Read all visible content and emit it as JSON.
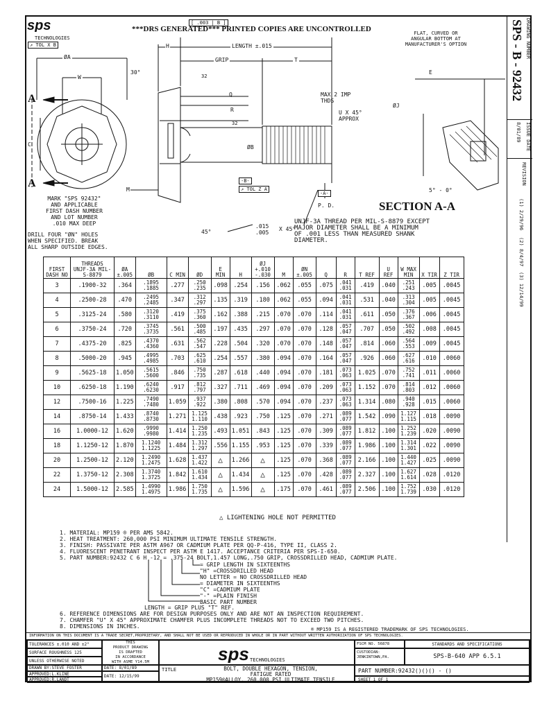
{
  "header": {
    "banner": "***DRS GENERATED*** PRINTED COPIES ARE UNCONTROLLED",
    "banner_box": "[ .003 | B ]",
    "company": "TECHNOLOGIES",
    "tol_box": "↗ TOL X B",
    "flat_note": [
      "FLAT, CURVED OR",
      "ANGULAR BOTTOM AT",
      "MANUFACTURER'S OPTION"
    ]
  },
  "side": {
    "drawing_number_label": "DRAWING NUMBER",
    "drawing_number": "SPS - B - 92432",
    "issue_date_label": "ISSUE DATE",
    "issue_date": "8/01/89",
    "revision_label": "REVISION",
    "revisions": [
      {
        "num": "1",
        "date": "2/29/96"
      },
      {
        "num": "2",
        "date": "8/4/97"
      },
      {
        "num": "3",
        "date": "12/14/99"
      }
    ]
  },
  "drawing": {
    "dims": {
      "phiA": "ØA",
      "W": "W",
      "H": "H",
      "length": "LENGTH ±.015",
      "grip": "GRIP",
      "T": "T",
      "angle30": "30°",
      "n32a": "32",
      "n32b": "32",
      "Q": "Q",
      "R": "R",
      "phiB": "ØB",
      "C": "C",
      "M": "M",
      "angle45": "45°",
      "chamfer_a": ".015",
      "chamfer_b": ".005",
      "chamfer_c": "X 45°",
      "E": "E",
      "phiJ": "ØJ",
      "angle5": "5° - 0°",
      "U": "U X 45°",
      "U2": "APPROX",
      "imp": "MAX 2 IMP",
      "thds": "THDS",
      "datumB": "-B-",
      "tolZA": "↗ TOL Z A",
      "datumA": "-A-",
      "pd": "P. D.",
      "sectionA1": "A",
      "sectionA2": "A"
    },
    "mark_note": [
      "MARK \"SPS 92432\"",
      "AND APPLICABLE",
      "FIRST DASH NUMBER",
      "AND LOT NUMBER",
      ".010 MAX DEEP"
    ],
    "drill_note": [
      "DRILL FOUR \"ØN\" HOLES",
      "WHEN SPECIFIED. BREAK",
      "ALL SHARP OUTSIDE EDGES."
    ],
    "section_title": "SECTION A-A",
    "thread_note": [
      "UNJF-3A THREAD PER MIL-S-8879 EXCEPT",
      "MAJOR DIAMETER SHALL BE A MINIMUM",
      "OF .001 LESS THAN MEASURED SHANK",
      "DIAMETER."
    ]
  },
  "table": {
    "headers": [
      "FIRST DASH NO",
      "THREADS UNJF-3A MIL-S-8879",
      "ØA ±.005",
      "ØB",
      "C MIN",
      "ØD",
      "E MIN",
      "H",
      "ØJ +.010 -.030",
      "M",
      "ØN ±.005",
      "Q",
      "R",
      "T REF",
      "U REF",
      "W MAX MIN",
      "X TIR",
      "Z TIR"
    ],
    "rows": [
      [
        "3",
        ".1900-32",
        ".364",
        ".1895",
        ".1885",
        ".277",
        ".250",
        ".235",
        ".098",
        ".254",
        ".156",
        ".062",
        ".055",
        ".075",
        ".041",
        ".031",
        ".419",
        ".040",
        ".251",
        ".243",
        ".005",
        ".0045"
      ],
      [
        "4",
        ".2500-28",
        ".470",
        ".2495",
        ".2485",
        ".347",
        ".312",
        ".297",
        ".135",
        ".319",
        ".180",
        ".062",
        ".055",
        ".094",
        ".041",
        ".031",
        ".531",
        ".040",
        ".313",
        ".304",
        ".005",
        ".0045"
      ],
      [
        "5",
        ".3125-24",
        ".580",
        ".3120",
        ".3110",
        ".419",
        ".375",
        ".360",
        ".162",
        ".388",
        ".215",
        ".070",
        ".070",
        ".114",
        ".041",
        ".031",
        ".611",
        ".050",
        ".376",
        ".367",
        ".006",
        ".0045"
      ],
      [
        "6",
        ".3750-24",
        ".720",
        ".3745",
        ".3735",
        ".561",
        ".500",
        ".485",
        ".197",
        ".435",
        ".297",
        ".070",
        ".070",
        ".128",
        ".057",
        ".047",
        ".707",
        ".050",
        ".502",
        ".492",
        ".008",
        ".0045"
      ],
      [
        "7",
        ".4375-20",
        ".825",
        ".4370",
        ".4360",
        ".631",
        ".562",
        ".547",
        ".228",
        ".504",
        ".320",
        ".070",
        ".070",
        ".148",
        ".057",
        ".047",
        ".814",
        ".060",
        ".564",
        ".553",
        ".009",
        ".0045"
      ],
      [
        "8",
        ".5000-20",
        ".945",
        ".4995",
        ".4985",
        ".703",
        ".625",
        ".610",
        ".254",
        ".557",
        ".380",
        ".094",
        ".070",
        ".164",
        ".057",
        ".047",
        ".926",
        ".060",
        ".627",
        ".616",
        ".010",
        ".0060"
      ],
      [
        "9",
        ".5625-18",
        "1.050",
        ".5615",
        ".5600",
        ".846",
        ".750",
        ".735",
        ".287",
        ".618",
        ".440",
        ".094",
        ".070",
        ".181",
        ".073",
        ".063",
        "1.025",
        ".070",
        ".752",
        ".741",
        ".011",
        ".0060"
      ],
      [
        "10",
        ".6250-18",
        "1.190",
        ".6240",
        ".6230",
        ".917",
        ".812",
        ".797",
        ".327",
        ".711",
        ".469",
        ".094",
        ".070",
        ".209",
        ".073",
        ".063",
        "1.152",
        ".070",
        ".814",
        ".803",
        ".012",
        ".0060"
      ],
      [
        "12",
        ".7500-16",
        "1.225",
        ".7490",
        ".7480",
        "1.059",
        ".937",
        ".922",
        ".380",
        ".808",
        ".570",
        ".094",
        ".070",
        ".237",
        ".073",
        ".063",
        "1.314",
        ".080",
        ".940",
        ".928",
        ".015",
        ".0060"
      ],
      [
        "14",
        ".8750-14",
        "1.433",
        ".8740",
        ".8730",
        "1.271",
        "1.125",
        "1.110",
        ".438",
        ".923",
        ".750",
        ".125",
        ".070",
        ".271",
        ".089",
        ".077",
        "1.542",
        ".090",
        "1.127",
        "1.115",
        ".018",
        ".0090"
      ],
      [
        "16",
        "1.0000-12",
        "1.620",
        ".9990",
        ".9980",
        "1.414",
        "1.250",
        "1.235",
        ".493",
        "1.051",
        ".843",
        ".125",
        ".070",
        ".309",
        ".089",
        ".077",
        "1.812",
        ".100",
        "1.252",
        "1.239",
        ".020",
        ".0090"
      ],
      [
        "18",
        "1.1250-12",
        "1.870",
        "1.1240",
        "1.1225",
        "1.484",
        "1.312",
        "1.297",
        ".556",
        "1.155",
        ".953",
        ".125",
        ".070",
        ".339",
        ".089",
        ".077",
        "1.986",
        ".100",
        "1.314",
        "1.301",
        ".022",
        ".0090"
      ],
      [
        "20",
        "1.2500-12",
        "2.120",
        "1.2490",
        "1.2475",
        "1.628",
        "1.437",
        "1.422",
        "△",
        "1.266",
        "△",
        ".125",
        ".070",
        ".368",
        ".089",
        ".077",
        "2.166",
        ".100",
        "1.440",
        "1.427",
        ".025",
        ".0090"
      ],
      [
        "22",
        "1.3750-12",
        "2.308",
        "1.3740",
        "1.3725",
        "1.842",
        "1.610",
        "1.434",
        "△",
        "1.434",
        "△",
        ".125",
        ".070",
        ".428",
        ".089",
        ".077",
        "2.327",
        ".100",
        "1.627",
        "1.614",
        ".028",
        ".0120"
      ],
      [
        "24",
        "1.5000-12",
        "2.585",
        "1.4990",
        "1.4975",
        "1.986",
        "1.750",
        "1.735",
        "△",
        "1.596",
        "△",
        ".175",
        ".070",
        ".461",
        ".089",
        ".077",
        "2.506",
        ".100",
        "1.752",
        "1.739",
        ".030",
        ".0120"
      ]
    ],
    "footnote": "△ LIGHTENING HOLE NOT PERMITTED"
  },
  "notes": [
    "1.  MATERIAL: MP159 ® PER AMS 5842.",
    "2.  HEAT TREATMENT: 260,000 PSI MINIMUM ULTIMATE TENSILE STRENGTH.",
    "3.  FINISH: PASSIVATE PER ASTM A967 OR CADMIUM PLATE PER QQ-P-416, TYPE II, CLASS 2.",
    "4.  FLUORESCENT PENETRANT INSPECT PER ASTM E 1417. ACCEPTANCE CRITERIA PER SPS-I-650.",
    "5.  PART NUMBER:92432 C  6 H -12  = .375-24 BOLT,1.457 LONG,.750 GRIP, CROSSDRILLED HEAD, CADMIUM PLATE."
  ],
  "pn_legend": [
    "= GRIP LENGTH IN SIXTEENTHS",
    "\"H\" =CROSSDRILLED HEAD",
    "NO LETTER = NO CROSSDRILLED HEAD",
    "= DIAMETER IN SIXTEENTHS",
    "\"C\" =CADMIUM PLATE",
    "\"-\" =PLAIN FINISH",
    "BASIC PART NUMBER",
    "LENGTH = GRIP PLUS \"T\" REF."
  ],
  "notes2": [
    "6.  REFERENCE DIMENSIONS ARE FOR DESIGN PURPOSES ONLY AND ARE NOT AN INSPECTION REQUIREMENT.",
    "7.  CHAMFER \"U\" X 45° APPROXIMATE CHAMFER PLUS INCOMPLETE THREADS NOT TO EXCEED TWO PITCHES.",
    "8.  DIMENSIONS IN INCHES."
  ],
  "trademark": "® MP159 IS A REGISTERED TRADEMARK OF SPS TECHNOLOGIES.",
  "proprietary": "INFORMATION ON THIS DOCUMENT IS A TRADE SECRET,PROPRIETARY, AND SHALL NOT BE USED OR REPRODUCED IN WHOLE OR IN PART WITHOUT WRITTEN AUTHORIZATION OF SPS TECHNOLOGIES.",
  "title_block": {
    "tolerances": "TOLERANCES ±.010 AND ±2°",
    "roughness": "SURFACE ROUGHNESS 125",
    "unless": "UNLESS OTHERWISE NOTED",
    "drafting": [
      "THIS",
      "PRODUCT DRAWING",
      "IS DRAFTED",
      "IN ACCORDANCE",
      "WITH ASME Y14.5M"
    ],
    "drawn_by": "DRAWN BY:STEVE FOSTER",
    "date1": "DATE: 8/01/89",
    "approved1": "APPROVED:L.KLINE",
    "approved2": "APPROVED:R.LANDT",
    "date2": "DATE: 12/15/99",
    "logo_sub": "TECHNOLOGIES",
    "fscm": "FSCM NO. 56878",
    "custodian": "CUSTODIAN: JENKINTOWN,PA.",
    "standards": "STANDARDS AND SPECIFICATIONS",
    "spec": "SPS-B-640 APP 6.5.1",
    "title_label": "TITLE",
    "title_lines": [
      "BOLT, DOUBLE HEXAGON, TENSION,",
      "FATIGUE RATED",
      "MP159®ALLOY, 260,000 PSI ULTIMATE TENSILE"
    ],
    "part_number": "PART NUMBER:92432()()() - ()",
    "sheet": "SHEET 1 OF 1"
  }
}
